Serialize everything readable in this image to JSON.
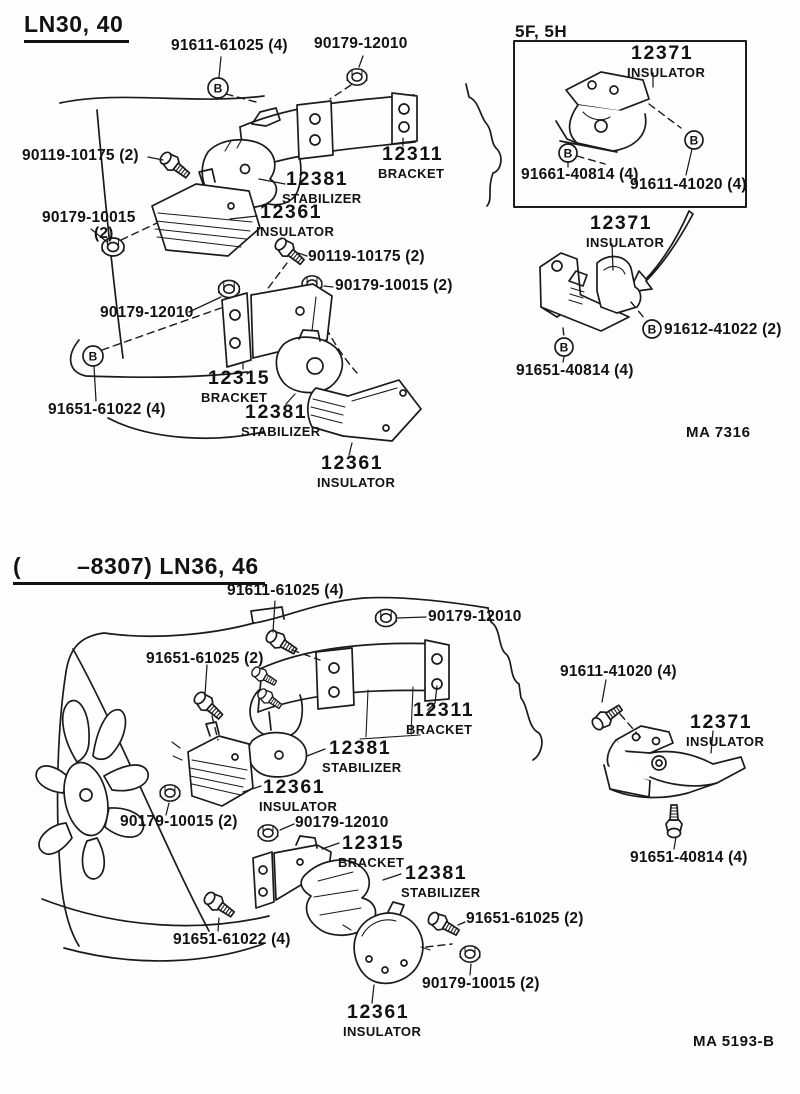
{
  "symbols": {
    "bolt_marker": "B"
  },
  "s1": {
    "header": "LN30, 40",
    "inset_header": "5F, 5H",
    "code": "MA 7316",
    "labels": {
      "bolt_91611_61025": "91611-61025 (4)",
      "nut_90179_12010_top": "90179-12010",
      "bolt_90119_10175_left": "90119-10175 (2)",
      "nut_90179_10015_left_l1": "90179-10015",
      "nut_90179_10015_left_l2": "(2)",
      "bolt_90119_10175_mid": "90119-10175 (2)",
      "nut_90179_10015_mid": "90179-10015 (2)",
      "nut_90179_12010_mid": "90179-12010",
      "bolt_91651_61022": "91651-61022 (4)",
      "bolt_91661_40814": "91661-40814 (4)",
      "bolt_91611_41020": "91611-41020 (4)",
      "bolt_91612_41022": "91612-41022 (2)",
      "bolt_91651_40814": "91651-40814 (4)"
    },
    "parts": {
      "p12311": {
        "num": "12311",
        "name": "BRACKET"
      },
      "p12381_top": {
        "num": "12381",
        "name": "STABILIZER"
      },
      "p12361_top": {
        "num": "12361",
        "name": "INSULATOR"
      },
      "p12315": {
        "num": "12315",
        "name": "BRACKET"
      },
      "p12381_bot": {
        "num": "12381",
        "name": "STABILIZER"
      },
      "p12361_bot": {
        "num": "12361",
        "name": "INSULATOR"
      },
      "p12371_inset": {
        "num": "12371",
        "name": "INSULATOR"
      },
      "p12371_right": {
        "num": "12371",
        "name": "INSULATOR"
      }
    }
  },
  "s2": {
    "header": "(        –8307) LN36, 46",
    "code": "MA 5193-B",
    "labels": {
      "bolt_91611_61025": "91611-61025 (4)",
      "nut_90179_12010_top": "90179-12010",
      "bolt_91651_61025_left": "91651-61025 (2)",
      "bolt_91611_41020": "91611-41020 (4)",
      "nut_90179_10015_left": "90179-10015 (2)",
      "nut_90179_12010_mid": "90179-12010",
      "bolt_91651_40814": "91651-40814 (4)",
      "bolt_91651_61025_right": "91651-61025 (2)",
      "bolt_91651_61022": "91651-61022 (4)",
      "nut_90179_10015_right": "90179-10015 (2)"
    },
    "parts": {
      "p12311": {
        "num": "12311",
        "name": "BRACKET"
      },
      "p12371": {
        "num": "12371",
        "name": "INSULATOR"
      },
      "p12381_top": {
        "num": "12381",
        "name": "STABILIZER"
      },
      "p12361_top": {
        "num": "12361",
        "name": "INSULATOR"
      },
      "p12315": {
        "num": "12315",
        "name": "BRACKET"
      },
      "p12381_bot": {
        "num": "12381",
        "name": "STABILIZER"
      },
      "p12361_bot": {
        "num": "12361",
        "name": "INSULATOR"
      }
    }
  }
}
